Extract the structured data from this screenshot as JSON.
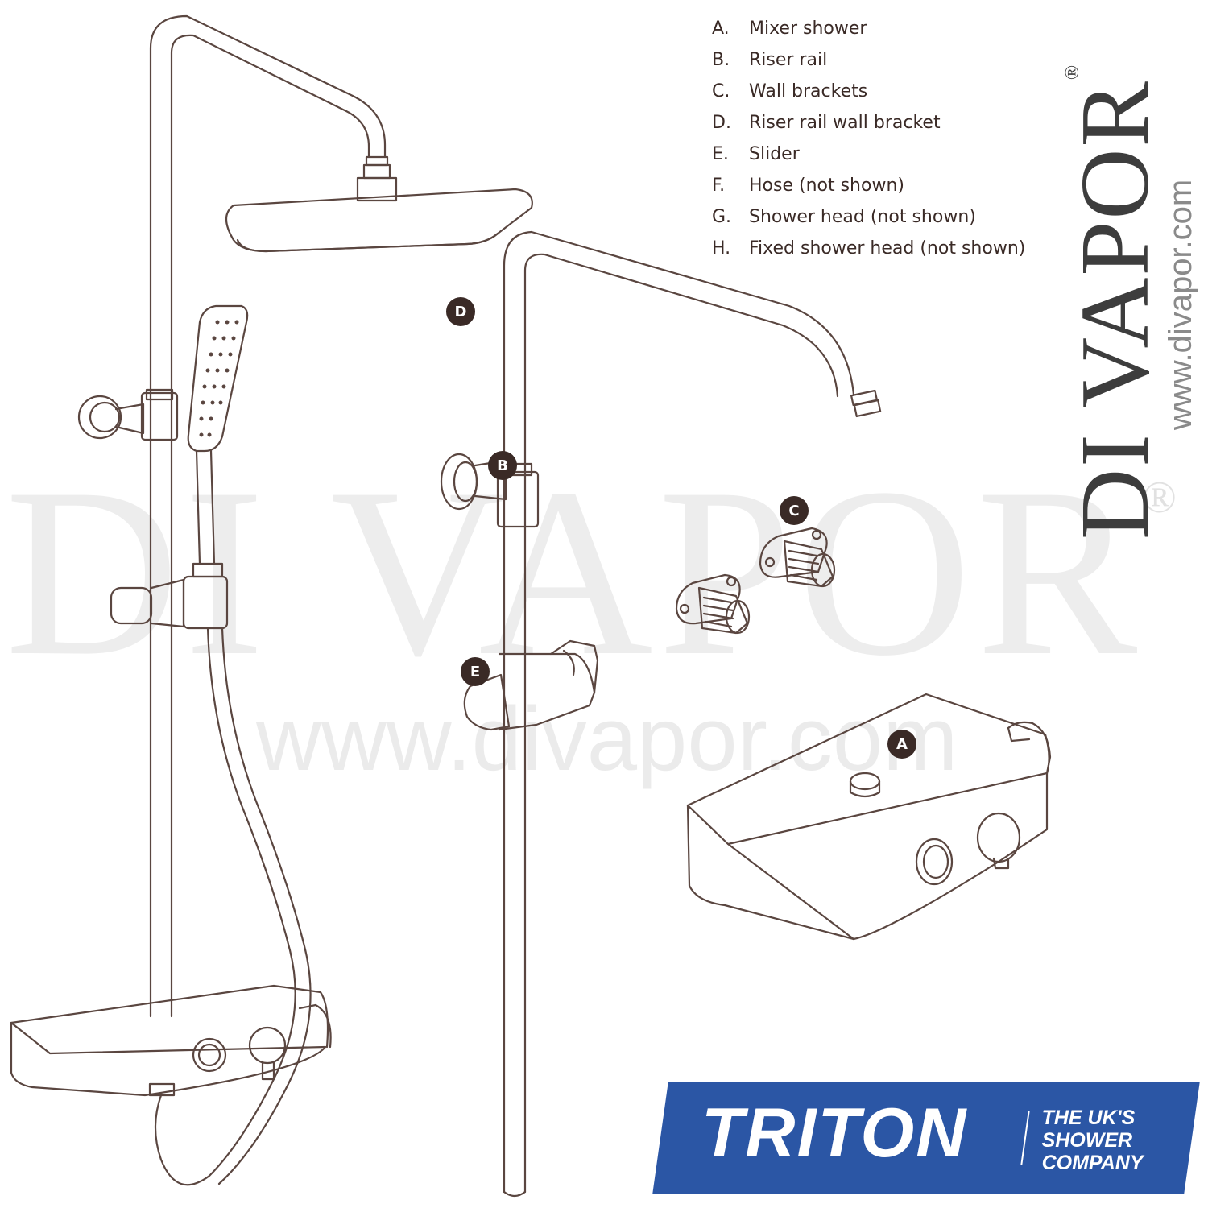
{
  "legend": [
    {
      "letter": "A.",
      "text": "Mixer shower"
    },
    {
      "letter": "B.",
      "text": "Riser rail"
    },
    {
      "letter": "C.",
      "text": "Wall brackets"
    },
    {
      "letter": "D.",
      "text": "Riser rail wall bracket"
    },
    {
      "letter": "E.",
      "text": "Slider"
    },
    {
      "letter": "F.",
      "text": "Hose (not shown)"
    },
    {
      "letter": "G.",
      "text": "Shower head (not shown)"
    },
    {
      "letter": "H.",
      "text": "Fixed shower head (not shown)"
    }
  ],
  "callouts": {
    "a": "A",
    "b": "B",
    "c": "C",
    "d": "D",
    "e": "E"
  },
  "brand": {
    "name": "DI VAPOR",
    "registered": "®",
    "url": "www.divapor.com"
  },
  "watermark": {
    "name": "DI VAPOR",
    "registered": "®",
    "url": "www.divapor.com"
  },
  "triton": {
    "name": "TRITON",
    "tagline": [
      "THE UK'S",
      "SHOWER",
      "COMPANY"
    ],
    "color": "#2b56a5"
  },
  "colors": {
    "line": "#5a4640",
    "callout": "#3a2a26"
  }
}
